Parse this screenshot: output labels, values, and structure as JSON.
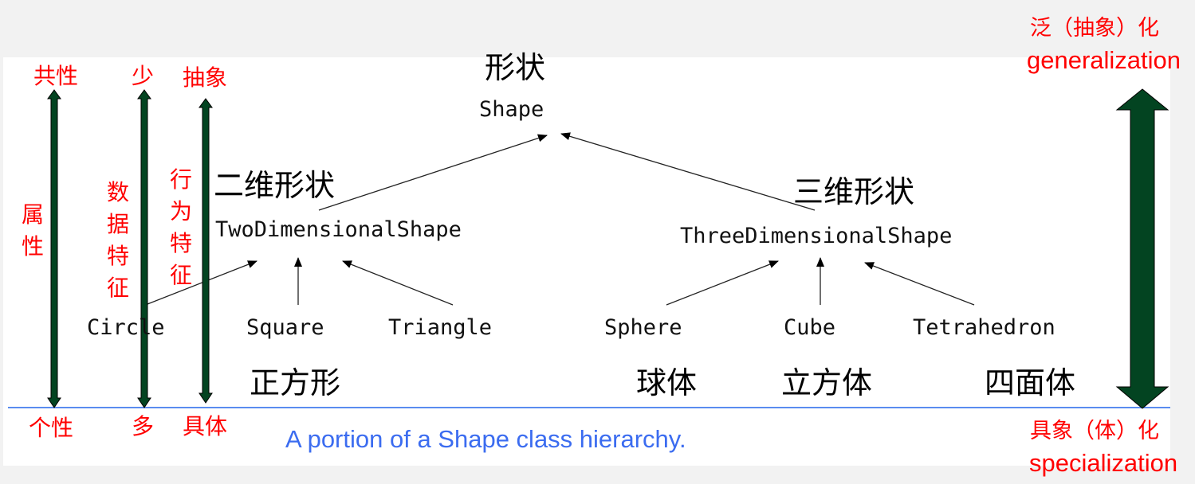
{
  "classes": {
    "shape": "Shape",
    "two_d": "TwoDimensionalShape",
    "three_d": "ThreeDimensionalShape",
    "circle": "Circle",
    "square": "Square",
    "triangle": "Triangle",
    "sphere": "Sphere",
    "cube": "Cube",
    "tetrahedron": "Tetrahedron"
  },
  "chinese_labels": {
    "shape": "形状",
    "two_d": "二维形状",
    "three_d": "三维形状",
    "square": "正方形",
    "sphere": "球体",
    "cube": "立方体",
    "tetrahedron": "四面体"
  },
  "axes": {
    "attribute": {
      "top": "共性",
      "bottom": "个性",
      "label": "属性"
    },
    "data": {
      "top": "少",
      "bottom": "多",
      "label": "数据特征"
    },
    "behavior": {
      "top": "抽象",
      "bottom": "具体",
      "label": "行为特征"
    }
  },
  "right": {
    "top_zh": "泛（抽象）化",
    "top_en": "generalization",
    "bottom_zh": "具象（体）化",
    "bottom_en": "specialization"
  },
  "caption": "A portion of a Shape class hierarchy.",
  "colors": {
    "arrow": "#034421",
    "red": "#ff0000",
    "caption": "#3b6cf0",
    "baseline": "#5a8cf0"
  }
}
